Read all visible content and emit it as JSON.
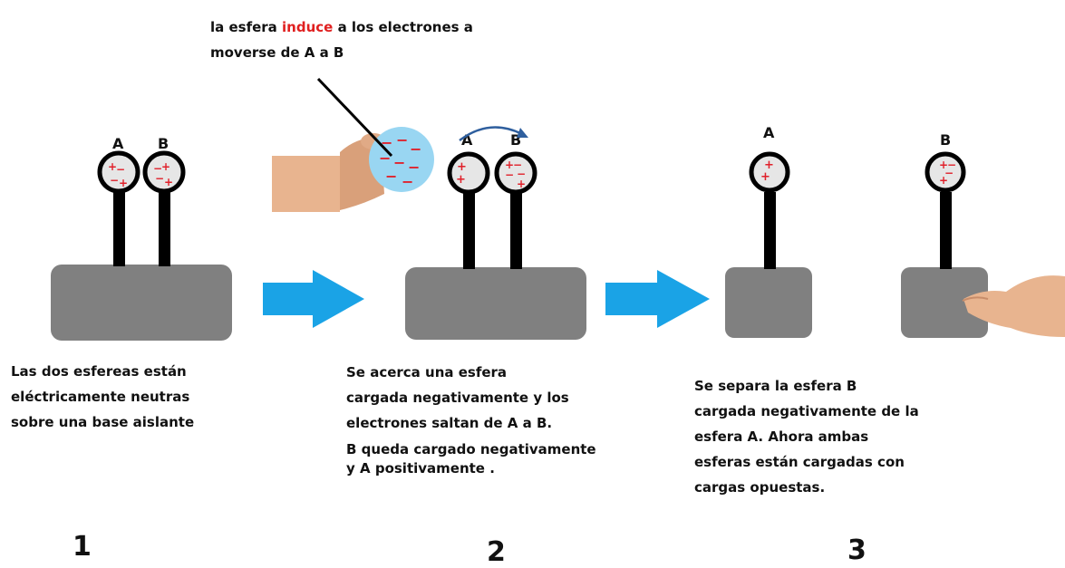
{
  "caption_top": {
    "line1_before": "la esfera ",
    "line1_highlight": "induce",
    "line1_after": " a los electrones a",
    "line2": "moverse de A a B"
  },
  "labels": {
    "a": "A",
    "b": "B",
    "plus": "+",
    "minus": "−"
  },
  "steps": [
    {
      "number": "1",
      "lines": [
        "Las dos esfereas están",
        "eléctricamente neutras",
        "sobre una base aislante"
      ]
    },
    {
      "number": "2",
      "lines": [
        "Se acerca una esfera",
        "cargada negativamente y los",
        "electrones saltan de A a B.",
        "B queda cargado negativamente",
        "y A positivamente ."
      ]
    },
    {
      "number": "3",
      "lines": [
        "Se separa la esfera B",
        "cargada negativamente de la",
        "esfera A. Ahora ambas",
        "esferas están cargadas con",
        "cargas opuestas."
      ]
    }
  ],
  "colors": {
    "base": "#808080",
    "arrow": "#1aa3e6",
    "charge": "#e0202a",
    "highlight": "#e02020",
    "inducer_sphere": "#99d6f2",
    "sphere_fill": "#e6e6e6",
    "skin": "#e8b48f",
    "curved_arrow": "#2f5f9e"
  },
  "icons": [
    "hand-icon",
    "arrow-right-icon"
  ]
}
